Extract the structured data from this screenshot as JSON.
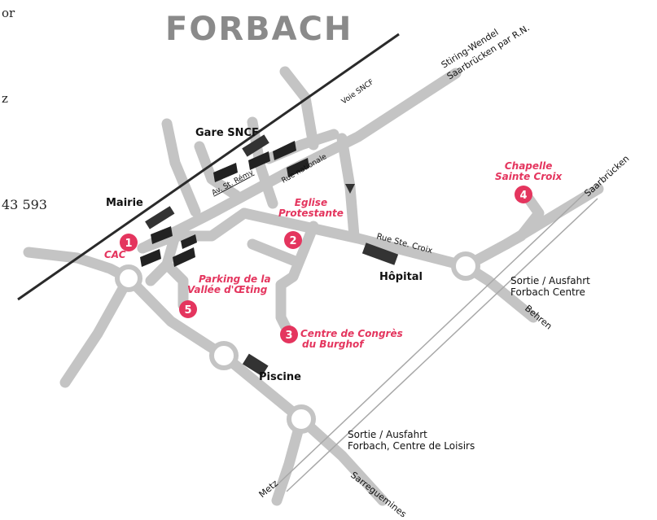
{
  "title": "FORBACH",
  "colors": {
    "road": "#c4c4c4",
    "rail": "#2a2a2a",
    "poi": "#e4355e",
    "building": "#333333"
  },
  "edge_text": {
    "line1": "or",
    "line2": "z",
    "line3": "43 593"
  },
  "labels": {
    "gare_sncf": "Gare SNCF",
    "mairie": "Mairie",
    "hopital": "Hôpital",
    "piscine": "Piscine",
    "voie_sncf": "Voie SNCF",
    "av_st_remy": "Av. St. Rémy",
    "rue_nationale": "Rue nationale",
    "rue_ste_croix": "Rue Ste. Croix",
    "stiring_1": "Stiring-Wendel",
    "stiring_2": "Saarbrücken par R.N.",
    "saarbrucken": "Saarbrücken",
    "behren": "Behren",
    "metz": "Metz",
    "sarreguemines": "Sarreguemines",
    "sortie_centre_1": "Sortie / Ausfahrt",
    "sortie_centre_2": "Forbach Centre",
    "sortie_loisirs_1": "Sortie / Ausfahrt",
    "sortie_loisirs_2": "Forbach, Centre de Loisirs"
  },
  "points_of_interest": [
    {
      "number": "1",
      "name_line1": "CAC",
      "name_line2": ""
    },
    {
      "number": "2",
      "name_line1": "Eglise",
      "name_line2": "Protestante"
    },
    {
      "number": "3",
      "name_line1": "Centre de Congrès",
      "name_line2": "du Burghof"
    },
    {
      "number": "4",
      "name_line1": "Chapelle",
      "name_line2": "Sainte Croix"
    },
    {
      "number": "5",
      "name_line1": "Parking de la",
      "name_line2": "Vallée d'Œting"
    }
  ]
}
